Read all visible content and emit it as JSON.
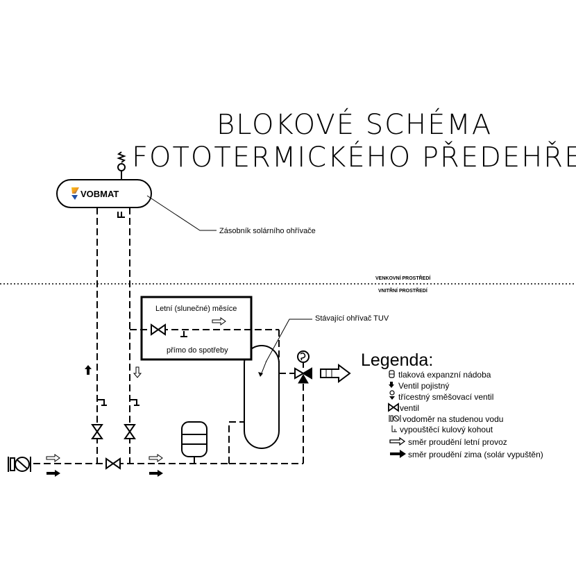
{
  "title": {
    "line1": "BLOKOVÉ SCHÉMA",
    "line2": "FOTOTERMICKÉHO PŘEDEHŘEVU"
  },
  "tank": {
    "logo_text": "VOBMAT",
    "callout": "Zásobník solárního ohřívače"
  },
  "zones": {
    "outdoor": "VENKOVNÍ PROSTŘEDÍ",
    "indoor": "VNITŘNÍ PROSTŘEDÍ"
  },
  "summer_box": {
    "title": "Letní (slunečné) měsíce",
    "subtitle": "přímo do spotřeby"
  },
  "heater_label": "Stávající ohřívač TUV",
  "legend": {
    "title": "Legenda:",
    "items": [
      {
        "icon": "expansion-vessel-icon",
        "text": "tlaková expanzní nádoba"
      },
      {
        "icon": "safety-valve-icon",
        "text": "Ventil pojistný"
      },
      {
        "icon": "three-way-mixing-valve-icon",
        "text": "třícestný směšovací ventil"
      },
      {
        "icon": "valve-icon",
        "text": "ventil"
      },
      {
        "icon": "water-meter-icon",
        "text": "vodoměr na studenou vodu"
      },
      {
        "icon": "drain-cock-icon",
        "text": "vypouštěcí kulový kohout"
      },
      {
        "icon": "outline-arrow-icon",
        "text": "směr proudění letní provoz"
      },
      {
        "icon": "solid-arrow-icon",
        "text": "směr proudění zima (solár vypuštěn)"
      }
    ]
  },
  "colors": {
    "ink": "#000000",
    "logo_blue": "#1f4fa8",
    "logo_orange": "#f39a1e"
  }
}
